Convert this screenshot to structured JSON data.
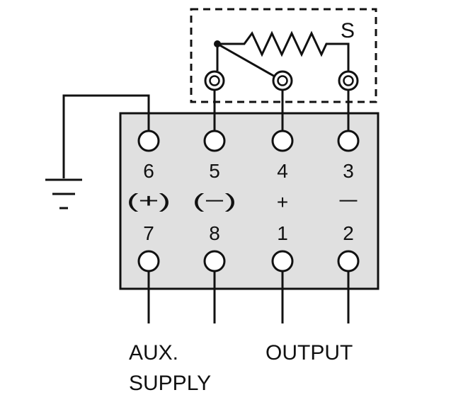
{
  "sensor": {
    "label": "S"
  },
  "terminals": {
    "t6": {
      "number": "6",
      "polarity": "(+)"
    },
    "t5": {
      "number": "5",
      "polarity": "(−)"
    },
    "t4": {
      "number": "4",
      "polarity": "+"
    },
    "t3": {
      "number": "3",
      "polarity": "−"
    },
    "t7": {
      "number": "7"
    },
    "t8": {
      "number": "8"
    },
    "t1": {
      "number": "1"
    },
    "t2": {
      "number": "2"
    }
  },
  "labels": {
    "aux_line1": "AUX.",
    "aux_line2": "SUPPLY",
    "output": "OUTPUT"
  },
  "colors": {
    "block_fill": "#e0e0e0",
    "line": "#111111"
  }
}
